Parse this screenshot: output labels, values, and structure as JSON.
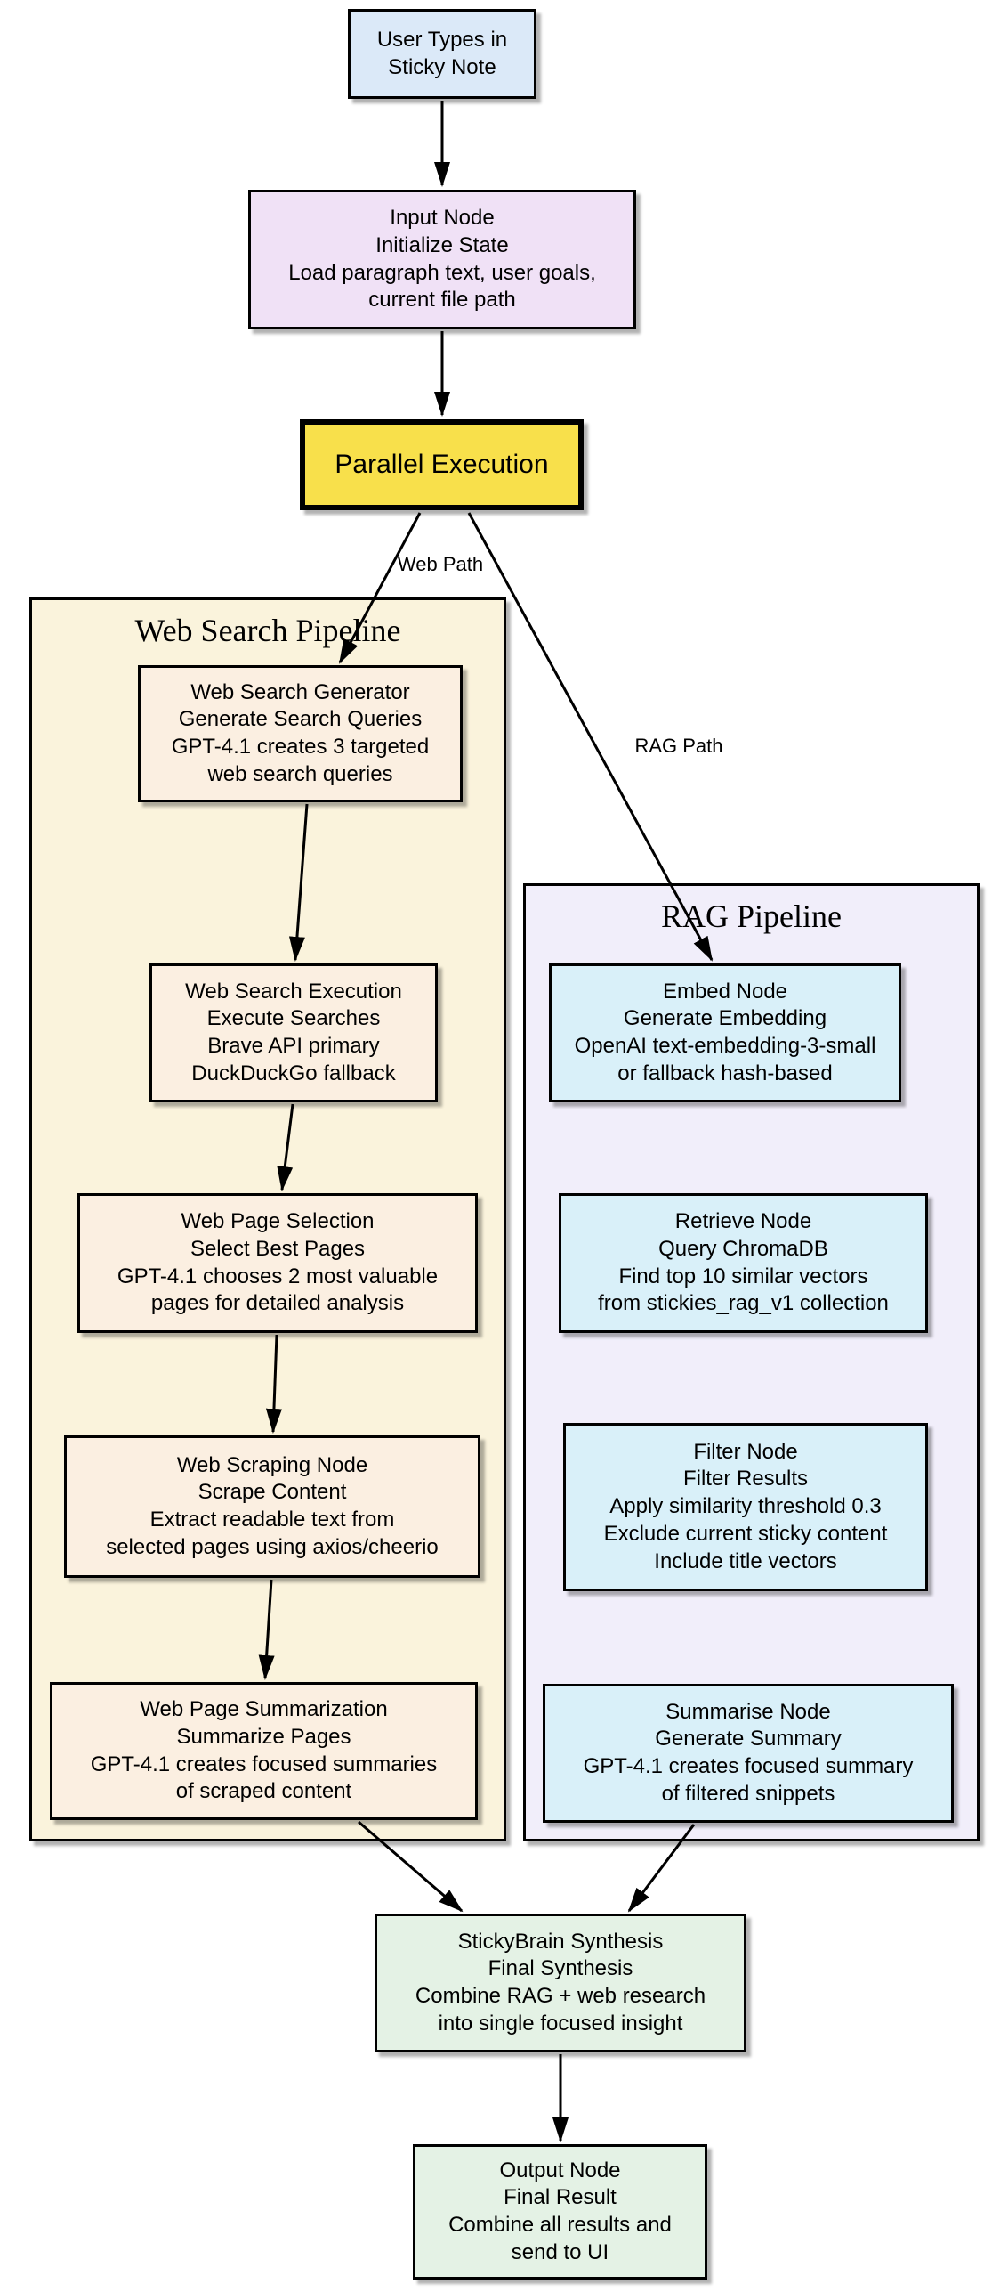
{
  "diagram": {
    "background": "#ffffff",
    "border_color": "#000000",
    "clusters": {
      "web": {
        "title": "Web Search Pipeline",
        "fill": "#faf3dc"
      },
      "rag": {
        "title": "RAG Pipeline",
        "fill": "#f1eefa"
      }
    },
    "nodes": {
      "user": {
        "label": "User Types in\nSticky Note",
        "fill": "#dbe9f8"
      },
      "input": {
        "label": "Input Node\nInitialize State\nLoad paragraph text, user goals,\ncurrent file path",
        "fill": "#f0e1f6"
      },
      "parallel": {
        "label": "Parallel Execution",
        "fill": "#f8e04b"
      },
      "web_generator": {
        "label": "Web Search Generator\nGenerate Search Queries\nGPT-4.1 creates 3 targeted\nweb search queries",
        "fill": "#fbefe1"
      },
      "web_execution": {
        "label": "Web Search Execution\nExecute Searches\nBrave API primary\nDuckDuckGo fallback",
        "fill": "#fbefe1"
      },
      "web_selection": {
        "label": "Web Page Selection\nSelect Best Pages\nGPT-4.1 chooses 2 most valuable\npages for detailed analysis",
        "fill": "#fbefe1"
      },
      "web_scraping": {
        "label": "Web Scraping Node\nScrape Content\nExtract readable text from\nselected pages using axios/cheerio",
        "fill": "#fbefe1"
      },
      "web_summarization": {
        "label": "Web Page Summarization\nSummarize Pages\nGPT-4.1 creates focused summaries\nof scraped content",
        "fill": "#fbefe1"
      },
      "embed": {
        "label": "Embed Node\nGenerate Embedding\nOpenAI text-embedding-3-small\nor fallback hash-based",
        "fill": "#d9f0f9"
      },
      "retrieve": {
        "label": "Retrieve Node\nQuery ChromaDB\nFind top 10 similar vectors\nfrom stickies_rag_v1 collection",
        "fill": "#d9f0f9"
      },
      "filter": {
        "label": "Filter Node\nFilter Results\nApply similarity threshold 0.3\nExclude current sticky content\nInclude title vectors",
        "fill": "#d9f0f9"
      },
      "summarise": {
        "label": "Summarise Node\nGenerate Summary\nGPT-4.1 creates focused summary\nof filtered snippets",
        "fill": "#d9f0f9"
      },
      "synthesis": {
        "label": "StickyBrain Synthesis\nFinal Synthesis\nCombine RAG + web research\ninto single focused insight",
        "fill": "#e4f2e5"
      },
      "output": {
        "label": "Output Node\nFinal Result\nCombine all results and\nsend to UI",
        "fill": "#e4f2e5"
      }
    },
    "edge_labels": {
      "web_path": "Web Path",
      "rag_path": "RAG Path"
    }
  }
}
